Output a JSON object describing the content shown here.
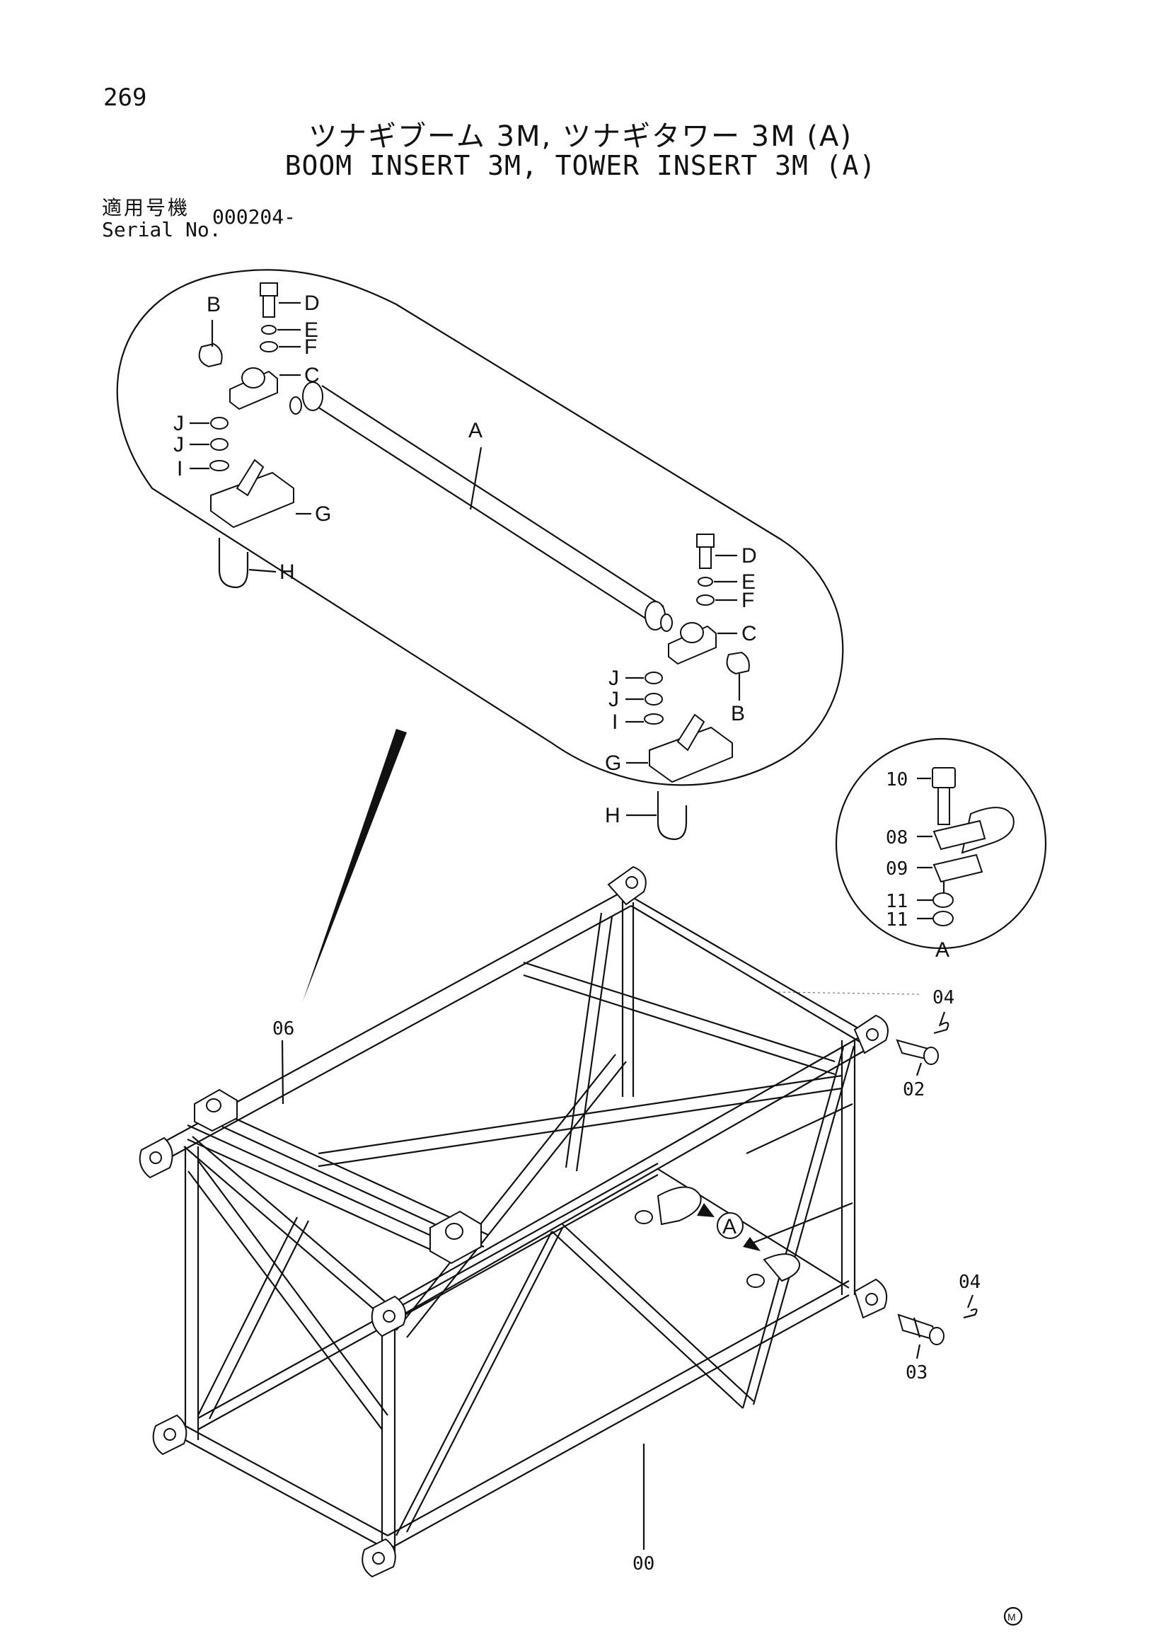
{
  "page_number": "269",
  "title_jp": "ツナギブーム 3M, ツナギタワー 3M (A)",
  "title_en": "BOOM INSERT 3M, TOWER INSERT 3M (A)",
  "serial": {
    "label_jp": "適用号機",
    "label_en": "Serial No.",
    "value": "000204-"
  },
  "detail_callouts": {
    "upper_left": {
      "B": "B",
      "D": "D",
      "E": "E",
      "F": "F",
      "C": "C",
      "J1": "J",
      "J2": "J",
      "I": "I",
      "G": "G",
      "H": "H"
    },
    "upper_main": {
      "A": "A"
    },
    "lower_right": {
      "D": "D",
      "E": "E",
      "F": "F",
      "C": "C",
      "J1": "J",
      "J2": "J",
      "I": "I",
      "B": "B",
      "G": "G",
      "H": "H"
    }
  },
  "detail_a": {
    "p10": "10",
    "p08": "08",
    "p09": "09",
    "p11a": "11",
    "p11b": "11",
    "label": "A"
  },
  "main_parts": {
    "p06": "06",
    "p04a": "04",
    "p02": "02",
    "p04b": "04",
    "p03": "03",
    "p00": "00",
    "view_a": "A"
  },
  "mark": "M"
}
